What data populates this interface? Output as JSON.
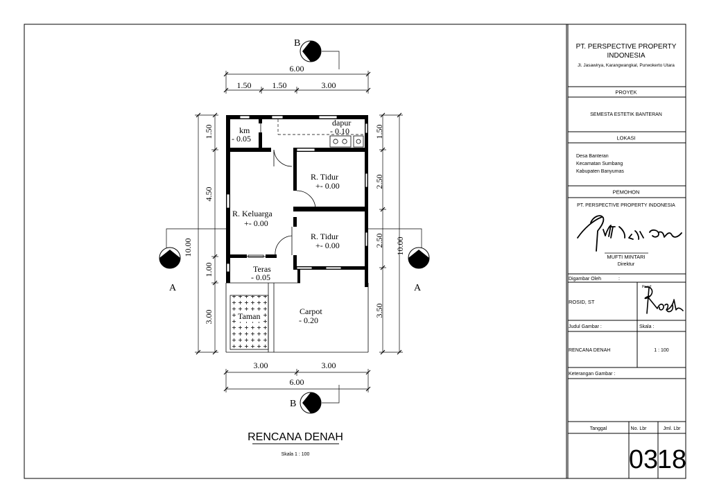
{
  "company": {
    "name_line1": "PT. PERSPECTIVE PROPERTY",
    "name_line2": "INDONESIA",
    "address": "Jl. Jasawirya, Karangwangkal, Purwokerto Utara"
  },
  "titleblock": {
    "proyek_label": "PROYEK",
    "proyek_value": "SEMESTA ESTETIK BANTERAN",
    "lokasi_label": "LOKASI",
    "lokasi_lines": [
      "Desa Banteran",
      "Kecamatan Sumbang",
      "Kabupaten Banyumas"
    ],
    "pemohon_label": "PEMOHON",
    "pemohon_value": "PT. PERSPECTIVE PROPERTY INDONESIA",
    "signer_name": "MUFTI MINTARI",
    "signer_role": "Direktur",
    "digambar_label": "Digambar Oleh",
    "digambar_colon": ":",
    "drafter": "ROSID, ST",
    "paraf_label": "Paraf",
    "judul_label": "Judul Gambar :",
    "skala_label": "Skala :",
    "judul_value": "RENCANA DENAH",
    "skala_value": "1 : 100",
    "keterangan_label": "Keterangan Gambar :",
    "tanggal_label": "Tanggal",
    "nolbr_label": "No. Lbr",
    "jmllbr_label": "Jml. Lbr",
    "nolbr_value": "03",
    "jmllbr_value": "18"
  },
  "drawing": {
    "title": "RENCANA DENAH",
    "scale": "Skala 1 : 100",
    "section_b": "B",
    "section_a": "A",
    "dims": {
      "top_total": "6.00",
      "top_1": "1.50",
      "top_2": "1.50",
      "top_3": "3.00",
      "bottom_1": "3.00",
      "bottom_2": "3.00",
      "bottom_total": "6.00",
      "left_1": "1.50",
      "left_2": "4.50",
      "left_3": "1.00",
      "left_4": "3.00",
      "left_total": "10.00",
      "right_1": "1.50",
      "right_2": "2.50",
      "right_3": "2.50",
      "right_4": "3.50",
      "right_total": "10.00"
    },
    "rooms": {
      "km": "km",
      "km_level": "- 0.05",
      "dapur": "dapur",
      "dapur_level": "- 0.10",
      "tidur1": "R. Tidur",
      "tidur1_level": "+- 0.00",
      "keluarga": "R. Keluarga",
      "keluarga_level": "+- 0.00",
      "tidur2": "R. Tidur",
      "tidur2_level": "+- 0.00",
      "teras": "Teras",
      "teras_level": "- 0.05",
      "taman": "Taman",
      "carpot": "Carpot",
      "carpot_level": "- 0.20"
    }
  }
}
